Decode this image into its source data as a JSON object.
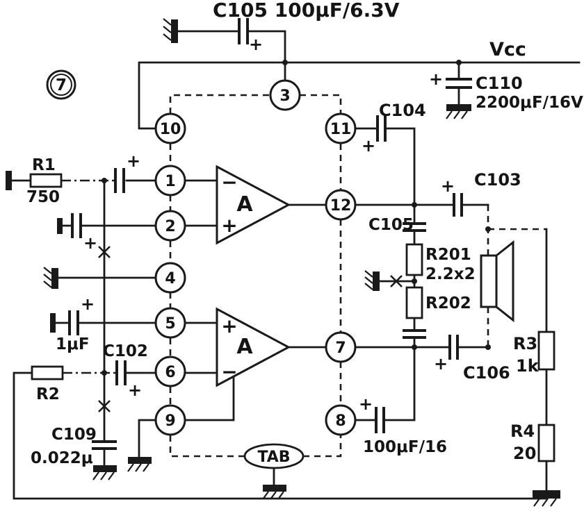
{
  "figure_label": "7",
  "power": {
    "vcc": "Vcc"
  },
  "sym": {
    "plus": "+",
    "minus": "−"
  },
  "amplifier": {
    "label": "A"
  },
  "pins": {
    "p1": "1",
    "p2": "2",
    "p3": "3",
    "p4": "4",
    "p5": "5",
    "p6": "6",
    "p7": "7",
    "p8": "8",
    "p9": "9",
    "p10": "10",
    "p11": "11",
    "p12": "12"
  },
  "labels": {
    "c105_top": "C105 100μF/6.3V",
    "c110": "C110",
    "c110_value": "2200μF/16V",
    "c104": "C104",
    "c103": "C103",
    "c105_mid": "C105",
    "r201": "R201",
    "r201_value": "2.2x2",
    "r202": "R202",
    "c106": "C106",
    "r3": "R3",
    "r3_value": "1k",
    "r4": "R4",
    "r4_value": "20",
    "pin8_cap_value": "100μF/16",
    "tab": "TAB",
    "r1": "R1",
    "r1_value": "750",
    "r2": "R2",
    "cap_1uf": "1μF",
    "c102": "C102",
    "c109": "C109",
    "c109_value": "0.022μ"
  },
  "colors": {
    "ink": "#1a1a1a",
    "background": "#ffffff"
  }
}
